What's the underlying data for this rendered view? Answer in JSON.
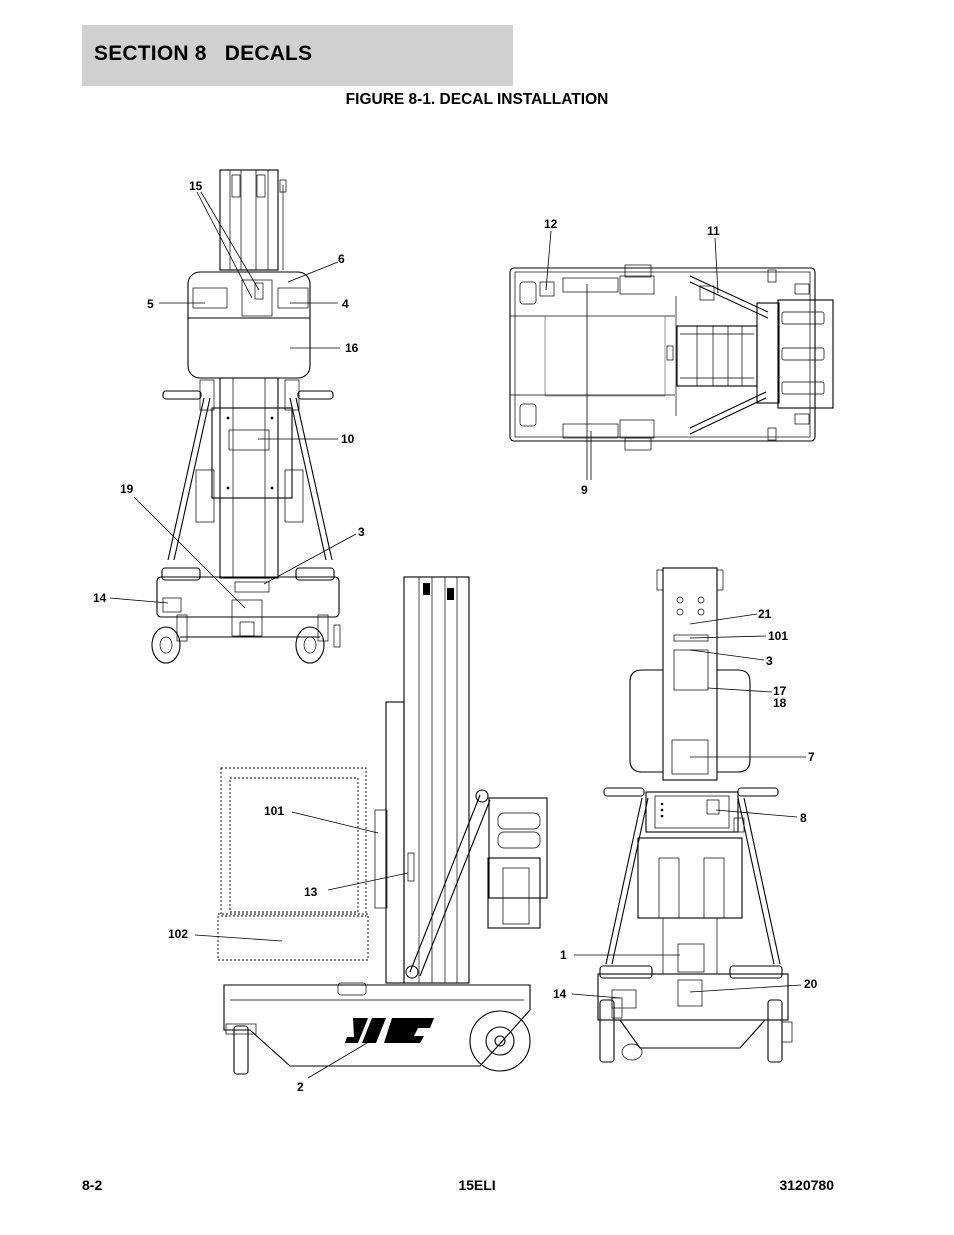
{
  "header": {
    "section_title": "SECTION 8   DECALS"
  },
  "figure": {
    "title": "FIGURE 8-1. DECAL INSTALLATION"
  },
  "callouts": {
    "front": [
      "15",
      "6",
      "5",
      "4",
      "16",
      "10",
      "19",
      "3",
      "14"
    ],
    "top": [
      "12",
      "11",
      "9"
    ],
    "side": [
      "101",
      "13",
      "102",
      "2"
    ],
    "rear": [
      "21",
      "101",
      "3",
      "17",
      "18",
      "7",
      "8",
      "1",
      "14",
      "20"
    ]
  },
  "footer": {
    "page": "8-2",
    "model": "15ELI",
    "doc_number": "3120780"
  }
}
